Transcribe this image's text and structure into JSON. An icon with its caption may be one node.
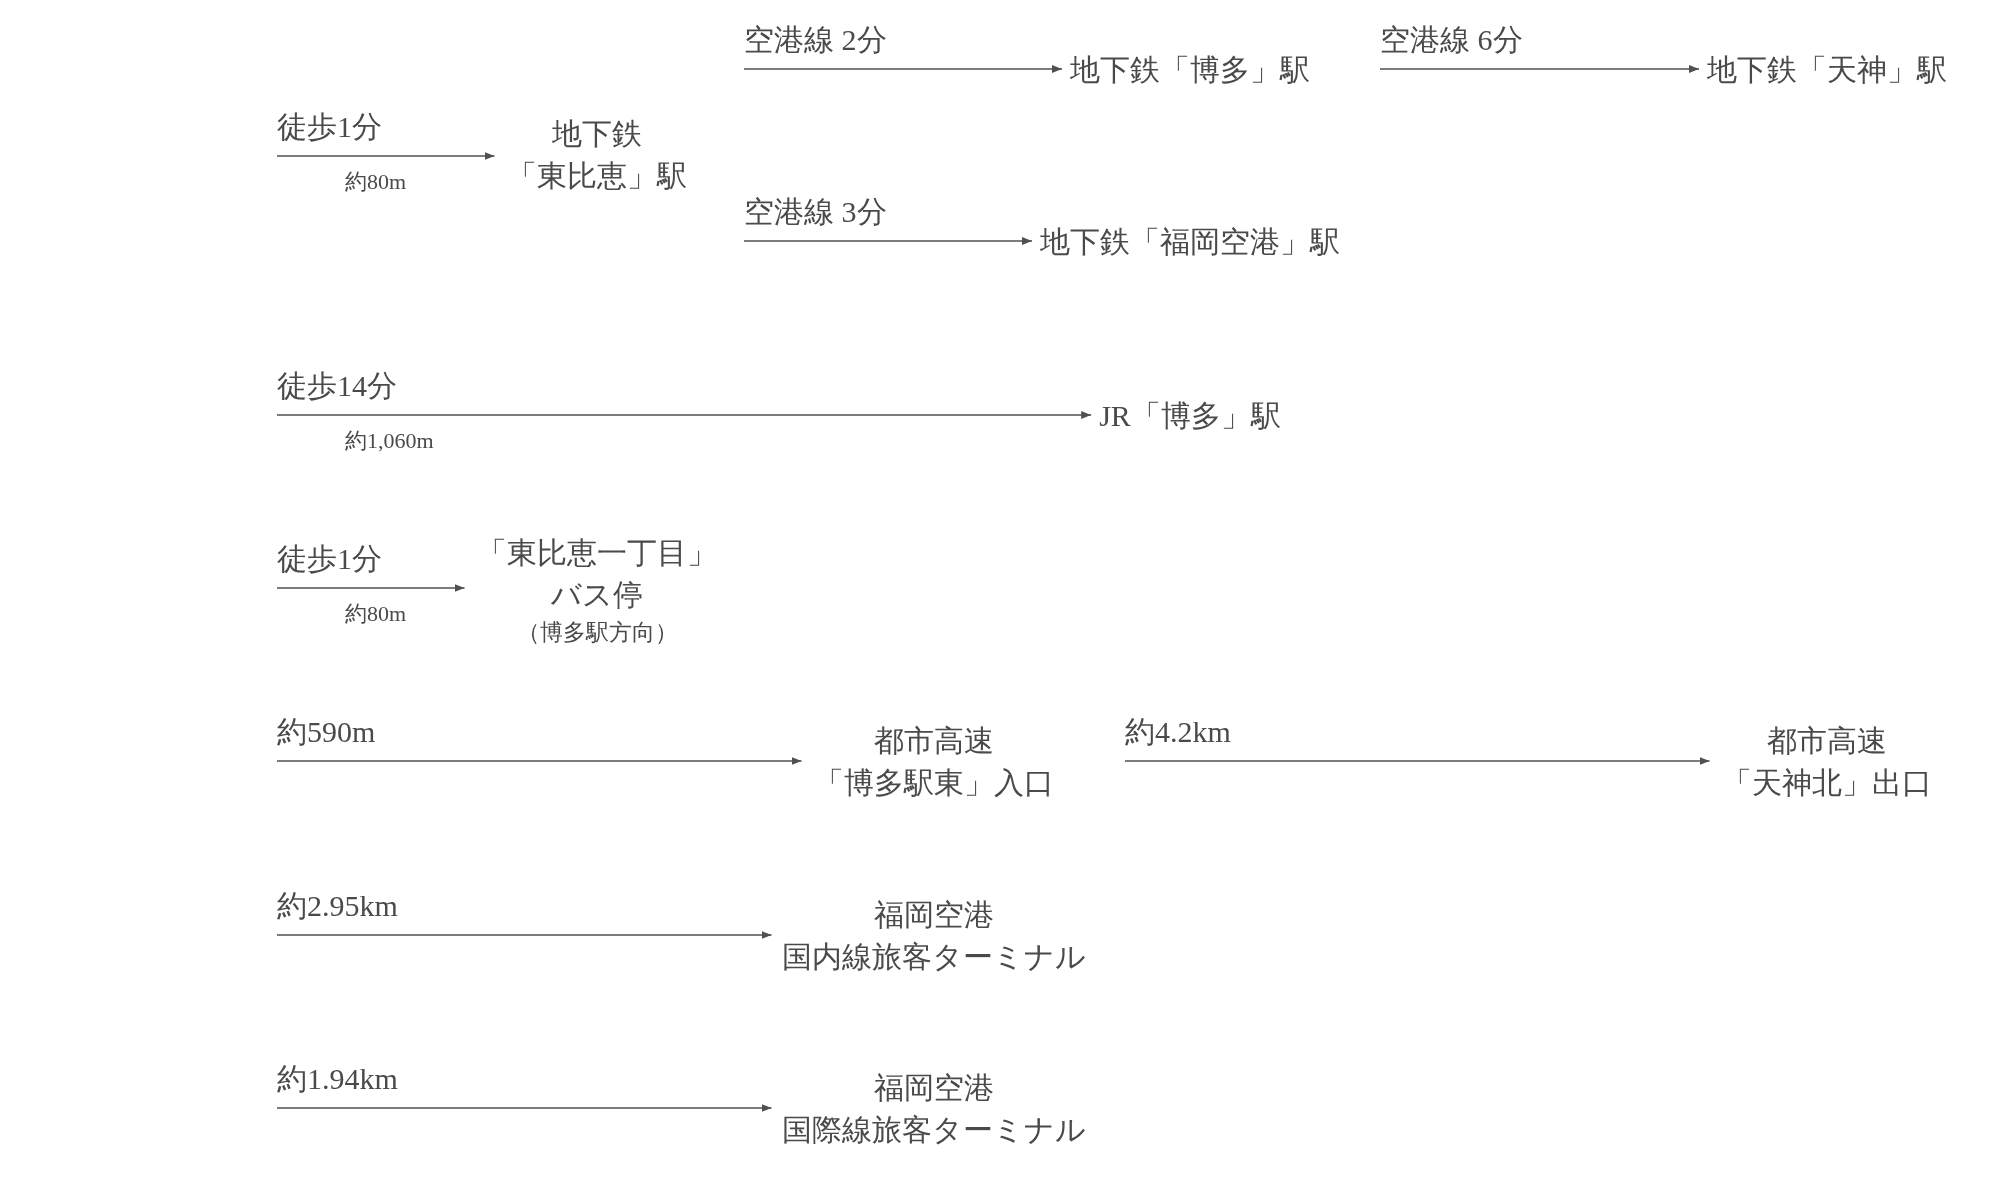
{
  "diagram": {
    "nodes": [
      {
        "text": [
          "地下鉄「東比恵」駅"
        ]
      },
      {
        "text": [
          "地下鉄「博多」駅"
        ]
      },
      {
        "text": [
          "地下鉄「天神」駅"
        ]
      },
      {
        "text": [
          "地下鉄「福岡空港」駅"
        ]
      },
      {
        "text": [
          "JR「博多」駅"
        ]
      },
      {
        "text": [
          "「東比恵一丁目」バス停",
          "（博多駅方向）"
        ]
      },
      {
        "text": [
          "都市高速「博多駅東」入口"
        ]
      },
      {
        "text": [
          "都市高速「天神北」出口"
        ]
      },
      {
        "text": [
          "福岡空港国内線旅客ターミナル"
        ]
      },
      {
        "text": [
          "福岡空港国際線旅客ターミナル"
        ]
      }
    ],
    "edges": [
      {
        "from": null,
        "to": 0,
        "arrow": "to",
        "label": "徒歩1分"
      },
      {
        "from": null,
        "to": 1,
        "arrow": "to",
        "label": "空港線 2分"
      },
      {
        "from": null,
        "to": 2,
        "arrow": "to",
        "label": "空港線 6分"
      },
      {
        "from": null,
        "to": 3,
        "arrow": "to",
        "label": "空港線 3分"
      },
      {
        "from": null,
        "to": 4,
        "arrow": "to",
        "label": "徒歩14分"
      },
      {
        "from": null,
        "to": 5,
        "arrow": "to",
        "label": "徒歩1分"
      },
      {
        "from": null,
        "to": 6,
        "arrow": "to",
        "label": "約590m"
      },
      {
        "from": null,
        "to": 7,
        "arrow": "to",
        "label": "約4.2km"
      },
      {
        "from": null,
        "to": 8,
        "arrow": "to",
        "label": "約2.95km"
      },
      {
        "from": null,
        "to": 9,
        "arrow": "to",
        "label": "約1.94km"
      }
    ],
    "labels": [
      "約80m",
      "約1,060m",
      "約80m"
    ]
  }
}
